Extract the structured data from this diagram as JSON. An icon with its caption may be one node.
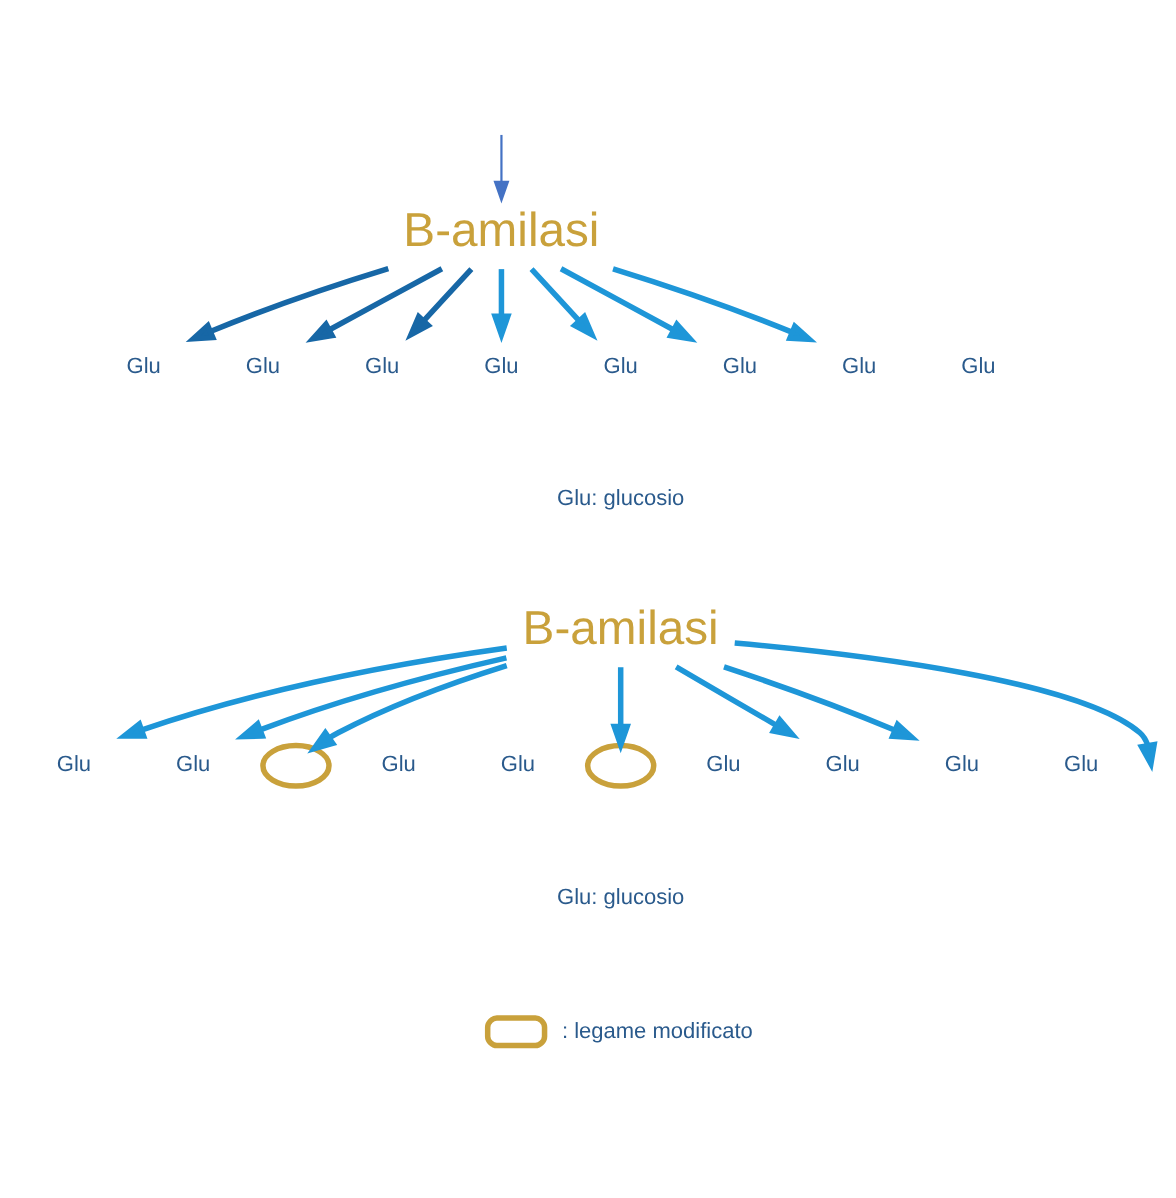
{
  "diagram": {
    "nodes": [
      {
        "text": [
          "B-amilasi"
        ]
      },
      {
        "text": [
          "Glu"
        ]
      },
      {
        "text": [
          "Glu"
        ]
      },
      {
        "text": [
          "Glu"
        ]
      },
      {
        "text": [
          "Glu"
        ]
      },
      {
        "text": [
          "Glu"
        ]
      },
      {
        "text": [
          "Glu"
        ]
      },
      {
        "text": [
          "Glu"
        ]
      },
      {
        "text": [
          "Glu"
        ]
      },
      {
        "text": [
          "B-amilasi"
        ]
      },
      {
        "text": [
          "Glu"
        ]
      },
      {
        "text": [
          "Glu"
        ]
      },
      {
        "text": [],
        "shape": "arc"
      },
      {
        "text": [
          "Glu"
        ]
      },
      {
        "text": [
          "Glu"
        ]
      },
      {
        "text": [],
        "shape": "arc"
      },
      {
        "text": [
          "Glu"
        ]
      },
      {
        "text": [
          "Glu"
        ]
      },
      {
        "text": [
          "Glu"
        ]
      },
      {
        "text": [
          "Glu"
        ]
      }
    ],
    "edges": [
      {
        "from": null,
        "to": 0,
        "arrow": "to",
        "color": "#4472c4"
      },
      {
        "from": 0,
        "to": 1,
        "arrow": "to",
        "color": "#1767a6"
      },
      {
        "from": 0,
        "to": 2,
        "arrow": "to",
        "color": "#1767a6"
      },
      {
        "from": 0,
        "to": 3,
        "arrow": "to",
        "color": "#1767a6"
      },
      {
        "from": 0,
        "to": 4,
        "arrow": "to"
      },
      {
        "from": 0,
        "to": 5,
        "arrow": "to"
      },
      {
        "from": 0,
        "to": 6,
        "arrow": "to"
      },
      {
        "from": 0,
        "to": 7,
        "arrow": "to"
      },
      {
        "from": 9,
        "to": 10,
        "arrow": "to"
      },
      {
        "from": 9,
        "to": 11,
        "arrow": "to"
      },
      {
        "from": 9,
        "to": 12,
        "arrow": "to"
      },
      {
        "from": 9,
        "to": null,
        "arrow": "to"
      },
      {
        "from": 9,
        "to": 15,
        "arrow": "to"
      },
      {
        "from": 9,
        "to": 17,
        "arrow": "to"
      },
      {
        "from": 9,
        "to": 18,
        "arrow": "to"
      }
    ],
    "labels": [
      "Glu: glucosio",
      "Glu: glucosio"
    ],
    "legend": [
      {
        "text": ": legame modificato"
      }
    ]
  }
}
